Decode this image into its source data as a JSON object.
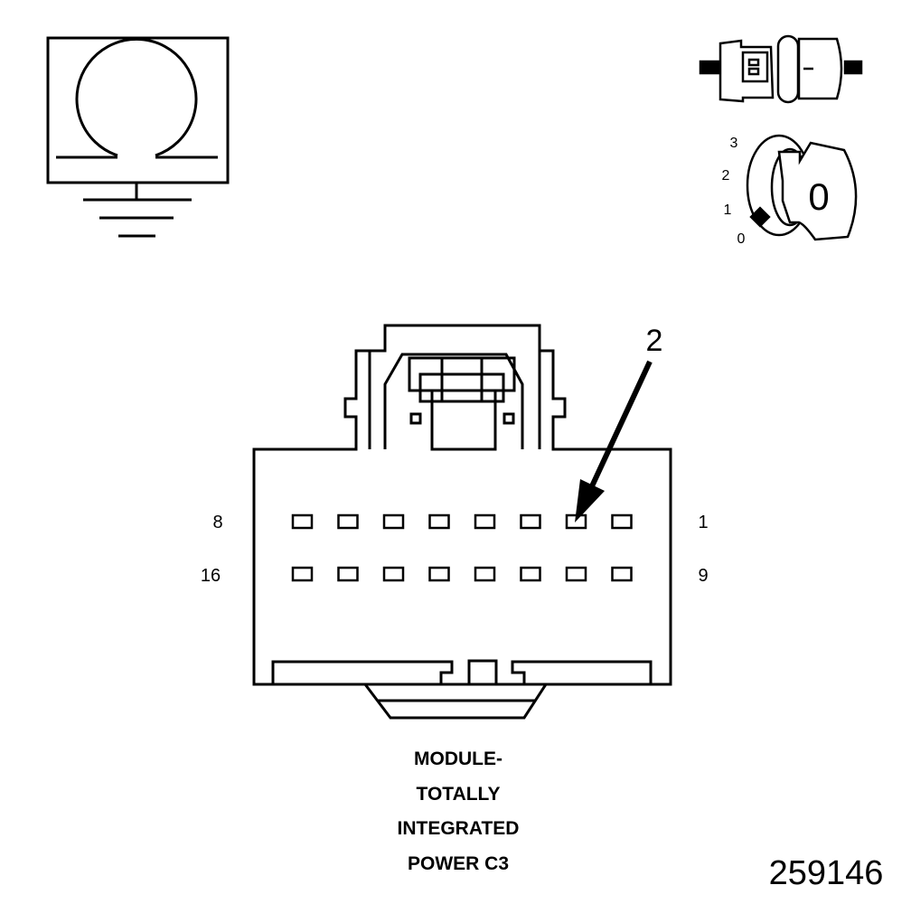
{
  "ignition_positions": [
    "3",
    "2",
    "1",
    "0"
  ],
  "ignition_key_label": "0",
  "connector": {
    "rows": [
      {
        "left_pin": "8",
        "right_pin": "1"
      },
      {
        "left_pin": "16",
        "right_pin": "9"
      }
    ],
    "callout": "2"
  },
  "caption": {
    "line1": "MODULE-",
    "line2": "TOTALLY",
    "line3": "INTEGRATED",
    "line4": "POWER C3"
  },
  "figure_number": "259146"
}
